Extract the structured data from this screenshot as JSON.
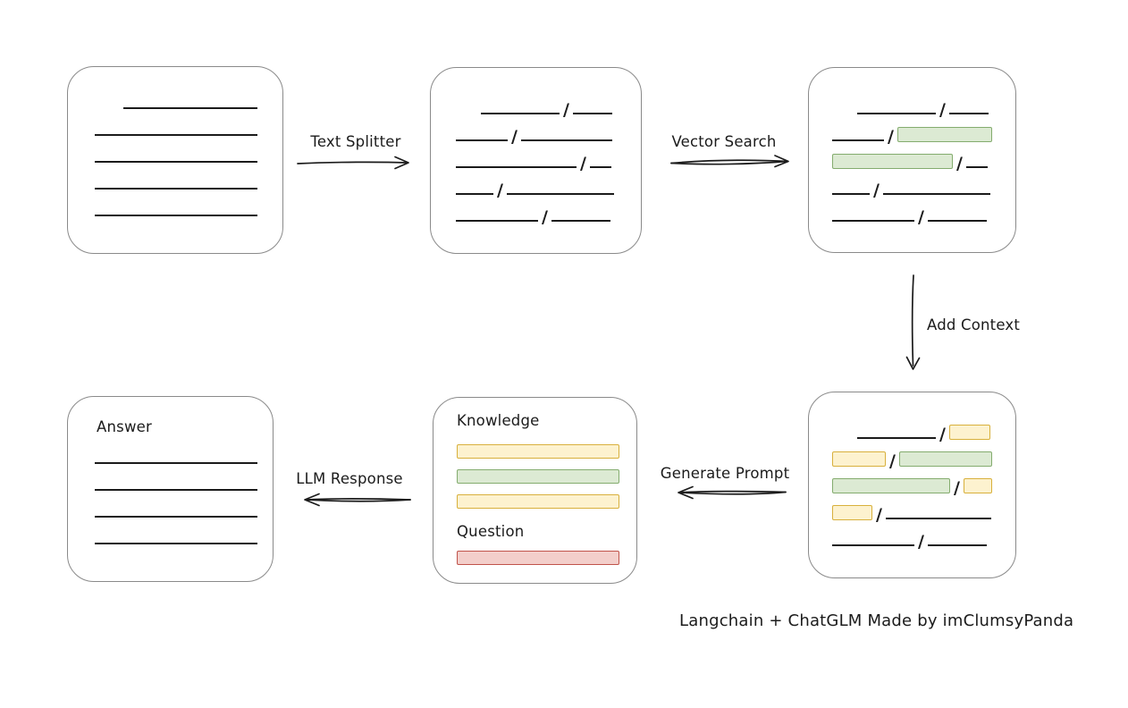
{
  "caption": "Langchain + ChatGLM Made by imClumsyPanda",
  "colors": {
    "line": "#1b1b1b",
    "box_border": "#8a8a8a",
    "green_fill": "#dcead3",
    "green_border": "#84ac6e",
    "yellow_fill": "#fdf2cf",
    "yellow_border": "#d8b03c",
    "red_fill": "#f3cfcb",
    "red_border": "#c0544b"
  },
  "arrows": {
    "text_splitter": "Text Splitter",
    "vector_search": "Vector Search",
    "add_context": "Add Context",
    "generate_prompt": "Generate Prompt",
    "llm_response": "LLM Response"
  },
  "boxes": {
    "document": {
      "rows": [
        [
          {
            "t": "gap",
            "w": 32
          },
          {
            "t": "line",
            "w": 150
          }
        ],
        [
          {
            "t": "line",
            "w": 182
          }
        ],
        [
          {
            "t": "line",
            "w": 182
          }
        ],
        [
          {
            "t": "line",
            "w": 182
          }
        ],
        [
          {
            "t": "line",
            "w": 182
          }
        ]
      ]
    },
    "chunks": {
      "rows": [
        [
          {
            "t": "gap",
            "w": 28
          },
          {
            "t": "line",
            "w": 88
          },
          {
            "t": "slash"
          },
          {
            "t": "line",
            "w": 44
          }
        ],
        [
          {
            "t": "line",
            "w": 58
          },
          {
            "t": "slash"
          },
          {
            "t": "line",
            "w": 102
          }
        ],
        [
          {
            "t": "line",
            "w": 135
          },
          {
            "t": "slash"
          },
          {
            "t": "line",
            "w": 24
          }
        ],
        [
          {
            "t": "line",
            "w": 42
          },
          {
            "t": "slash"
          },
          {
            "t": "line",
            "w": 120
          }
        ],
        [
          {
            "t": "line",
            "w": 92
          },
          {
            "t": "slash"
          },
          {
            "t": "line",
            "w": 66
          }
        ]
      ]
    },
    "retrieved": {
      "rows": [
        [
          {
            "t": "gap",
            "w": 28
          },
          {
            "t": "line",
            "w": 88
          },
          {
            "t": "slash"
          },
          {
            "t": "line",
            "w": 44
          }
        ],
        [
          {
            "t": "line",
            "w": 58
          },
          {
            "t": "slash"
          },
          {
            "t": "bar",
            "c": "green",
            "w": 106
          }
        ],
        [
          {
            "t": "bar",
            "c": "green",
            "w": 135
          },
          {
            "t": "slash"
          },
          {
            "t": "line",
            "w": 24
          }
        ],
        [
          {
            "t": "line",
            "w": 42
          },
          {
            "t": "slash"
          },
          {
            "t": "line",
            "w": 120
          }
        ],
        [
          {
            "t": "line",
            "w": 92
          },
          {
            "t": "slash"
          },
          {
            "t": "line",
            "w": 66
          }
        ]
      ]
    },
    "context": {
      "rows": [
        [
          {
            "t": "gap",
            "w": 28
          },
          {
            "t": "line",
            "w": 88
          },
          {
            "t": "slash"
          },
          {
            "t": "bar",
            "c": "yellow",
            "w": 46
          }
        ],
        [
          {
            "t": "bar",
            "c": "yellow",
            "w": 60
          },
          {
            "t": "slash"
          },
          {
            "t": "bar",
            "c": "green",
            "w": 104
          }
        ],
        [
          {
            "t": "bar",
            "c": "green",
            "w": 132
          },
          {
            "t": "slash"
          },
          {
            "t": "bar",
            "c": "yellow",
            "w": 32
          }
        ],
        [
          {
            "t": "bar",
            "c": "yellow",
            "w": 45
          },
          {
            "t": "slash"
          },
          {
            "t": "line",
            "w": 118
          }
        ],
        [
          {
            "t": "line",
            "w": 92
          },
          {
            "t": "slash"
          },
          {
            "t": "line",
            "w": 66
          }
        ]
      ]
    },
    "prompt": {
      "knowledge_label": "Knowledge",
      "question_label": "Question",
      "knowledge_rows": [
        [
          {
            "t": "bar",
            "c": "yellow",
            "w": 182,
            "h": 16
          }
        ],
        [
          {
            "t": "bar",
            "c": "green",
            "w": 182,
            "h": 16
          }
        ],
        [
          {
            "t": "bar",
            "c": "yellow",
            "w": 182,
            "h": 16
          }
        ]
      ],
      "question_rows": [
        [
          {
            "t": "bar",
            "c": "red",
            "w": 182,
            "h": 16
          }
        ]
      ]
    },
    "answer": {
      "label": "Answer",
      "rows": [
        [
          {
            "t": "line",
            "w": 182
          }
        ],
        [
          {
            "t": "line",
            "w": 182
          }
        ],
        [
          {
            "t": "line",
            "w": 182
          }
        ],
        [
          {
            "t": "line",
            "w": 182
          }
        ]
      ]
    }
  }
}
